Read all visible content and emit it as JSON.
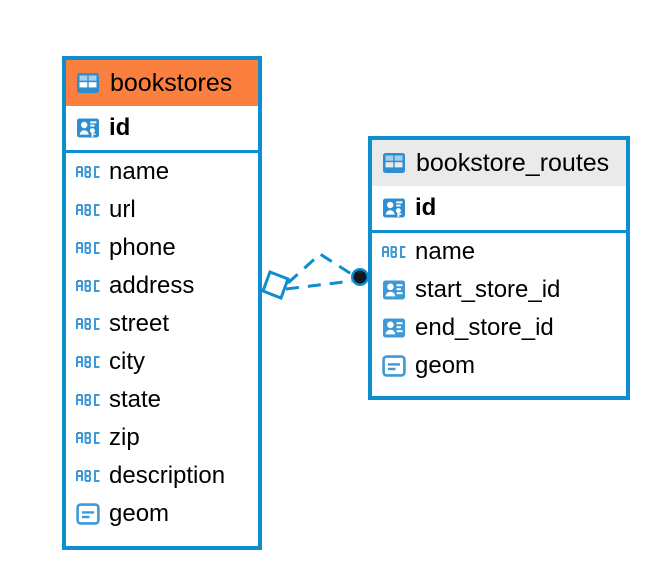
{
  "diagram": {
    "type": "entity-relationship-diagram",
    "background_color": "#ffffff",
    "accent_color": "#0e8ecf",
    "highlight_color": "#fb8040",
    "entities": [
      {
        "name": "bookstores",
        "header_icon": "table-icon",
        "header_color": "#fb8040",
        "fields": [
          {
            "name": "id",
            "icon": "primary-key-icon",
            "key": "pk"
          },
          {
            "name": "name",
            "icon": "abc-text-icon",
            "key": ""
          },
          {
            "name": "url",
            "icon": "abc-text-icon",
            "key": ""
          },
          {
            "name": "phone",
            "icon": "abc-text-icon",
            "key": ""
          },
          {
            "name": "address",
            "icon": "abc-text-icon",
            "key": ""
          },
          {
            "name": "street",
            "icon": "abc-text-icon",
            "key": ""
          },
          {
            "name": "city",
            "icon": "abc-text-icon",
            "key": ""
          },
          {
            "name": "state",
            "icon": "abc-text-icon",
            "key": ""
          },
          {
            "name": "zip",
            "icon": "abc-text-icon",
            "key": ""
          },
          {
            "name": "description",
            "icon": "abc-text-icon",
            "key": ""
          },
          {
            "name": "geom",
            "icon": "geometry-icon",
            "key": ""
          }
        ]
      },
      {
        "name": "bookstore_routes",
        "header_icon": "table-icon",
        "header_color": "#eaeaea",
        "fields": [
          {
            "name": "id",
            "icon": "primary-key-icon",
            "key": "pk"
          },
          {
            "name": "name",
            "icon": "abc-text-icon",
            "key": ""
          },
          {
            "name": "start_store_id",
            "icon": "foreign-key-icon",
            "key": "fk"
          },
          {
            "name": "end_store_id",
            "icon": "foreign-key-icon",
            "key": "fk"
          },
          {
            "name": "geom",
            "icon": "geometry-icon",
            "key": ""
          }
        ]
      }
    ],
    "relationship": {
      "style": "dashed",
      "color": "#0e8ecf",
      "source_marker": "diamond-outline",
      "target_marker": "filled-circle"
    }
  }
}
